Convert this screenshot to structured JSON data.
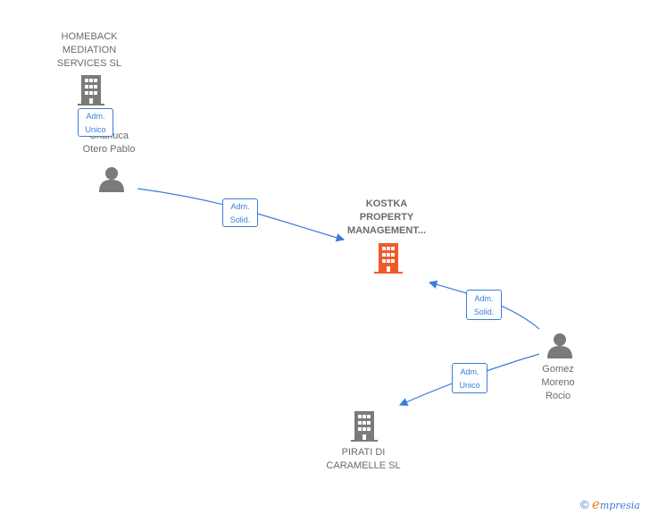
{
  "nodes": {
    "homeback": {
      "label": "HOMEBACK MEDIATION SERVICES  SL",
      "line1": "HOMEBACK",
      "line2": "MEDIATION",
      "line3": "SERVICES  SL"
    },
    "chanuca": {
      "line1": "Chanuca",
      "line2": "Otero Pablo"
    },
    "kostka": {
      "line1": "KOSTKA",
      "line2": "PROPERTY",
      "line3": "MANAGEMENT..."
    },
    "gomez": {
      "line1": "Gomez",
      "line2": "Moreno",
      "line3": "Rocio"
    },
    "pirati": {
      "line1": "PIRATI DI",
      "line2": "CARAMELLE  SL"
    }
  },
  "edges": {
    "chanuca_homeback": {
      "line1": "Adm.",
      "line2": "Unico"
    },
    "chanuca_kostka": {
      "line1": "Adm.",
      "line2": "Solid."
    },
    "gomez_kostka": {
      "line1": "Adm.",
      "line2": "Solid."
    },
    "gomez_pirati": {
      "line1": "Adm.",
      "line2": "Unico"
    }
  },
  "colors": {
    "edge": "#3b7dd8",
    "company": "#7a7a7a",
    "main_company": "#f05a28",
    "person": "#7a7a7a"
  },
  "footer": {
    "copyright": "©",
    "brand_e": "e",
    "brand_rest": "mpresia"
  }
}
